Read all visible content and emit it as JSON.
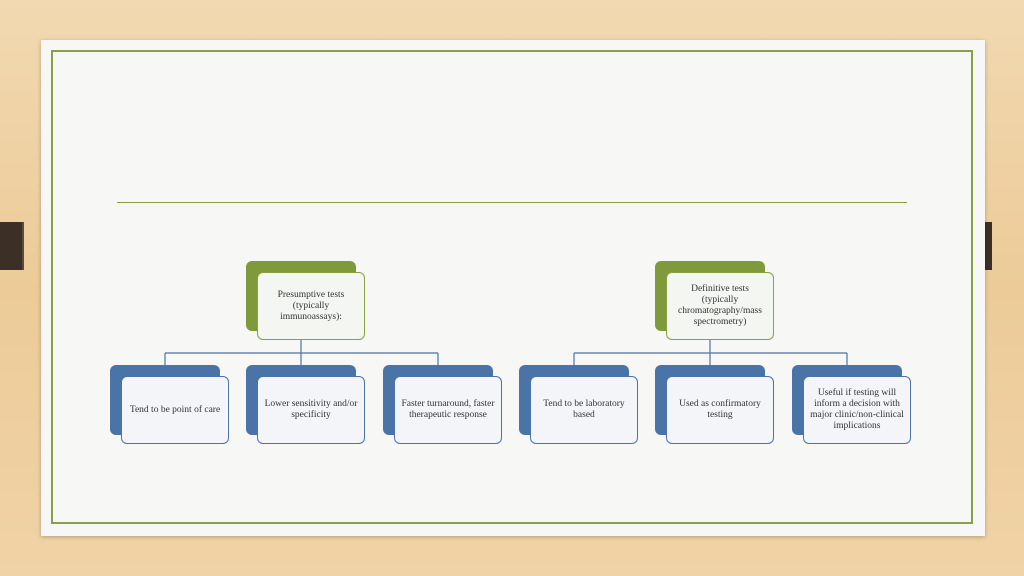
{
  "slide": {
    "title": ""
  },
  "diagram": {
    "groups": [
      {
        "root": "Presumptive tests (typically immunoassays):",
        "children": [
          "Tend to be point of care",
          "Lower sensitivity and/or specificity",
          "Faster turnaround, faster therapeutic response"
        ]
      },
      {
        "root": "Definitive tests (typically chromatography/mass spectrometry)",
        "children": [
          "Tend to be laboratory based",
          "Used as confirmatory testing",
          "Useful if testing will inform a decision with major clinic/non-clinical implications"
        ]
      }
    ]
  },
  "colors": {
    "accent_green": "#8aa046",
    "accent_blue": "#4a74a8",
    "tab_brown": "#3b2f26"
  }
}
